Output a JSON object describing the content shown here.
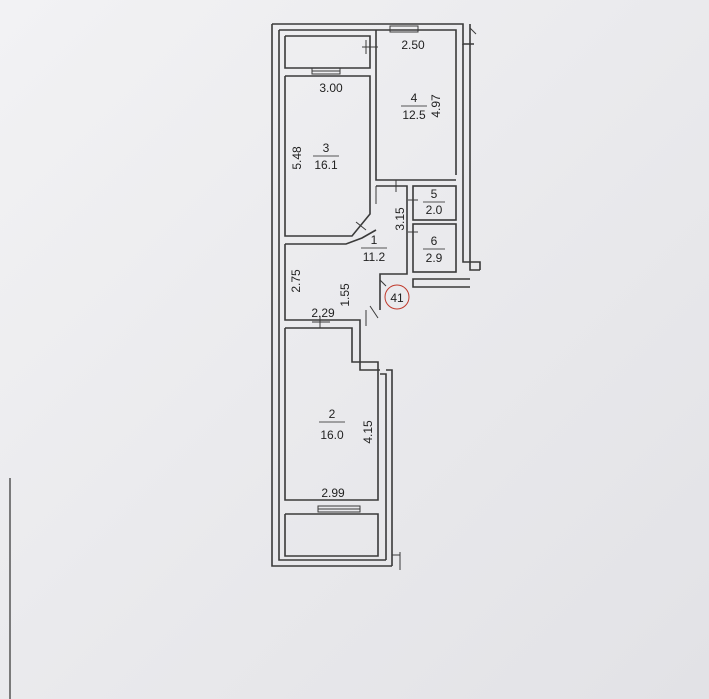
{
  "plan": {
    "unit_number": "41",
    "rooms": [
      {
        "number": "1",
        "area": "11.2"
      },
      {
        "number": "2",
        "area": "16.0"
      },
      {
        "number": "3",
        "area": "16.1"
      },
      {
        "number": "4",
        "area": "12.5"
      },
      {
        "number": "5",
        "area": "2.0"
      },
      {
        "number": "6",
        "area": "2.9"
      }
    ],
    "dimensions": [
      "2.50",
      "3.00",
      "4.97",
      "5.48",
      "3.15",
      "2.75",
      "2.29",
      "1.55",
      "4.15",
      "2.99"
    ]
  }
}
